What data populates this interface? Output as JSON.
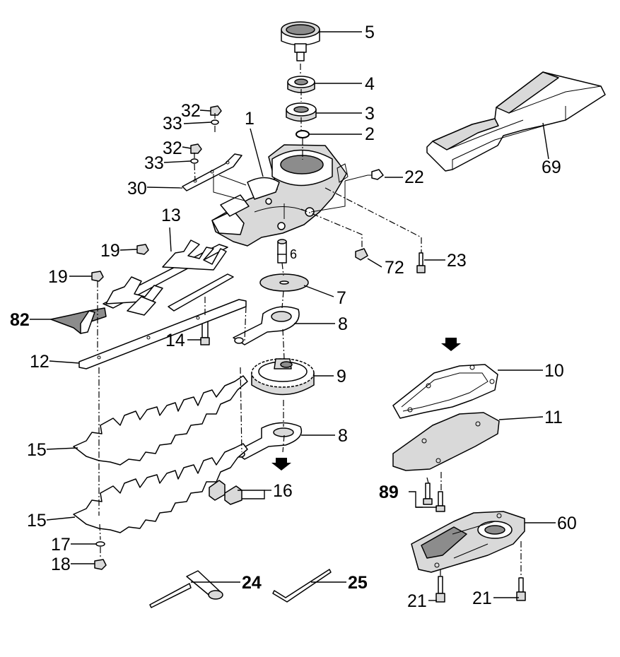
{
  "labels": {
    "p1": "1",
    "p2": "2",
    "p3": "3",
    "p4": "4",
    "p5": "5",
    "p6": "6",
    "p7": "7",
    "p8a": "8",
    "p8b": "8",
    "p9": "9",
    "p10": "10",
    "p11": "11",
    "p12": "12",
    "p13": "13",
    "p14": "14",
    "p15a": "15",
    "p15b": "15",
    "p16": "16",
    "p17": "17",
    "p18": "18",
    "p19a": "19",
    "p19b": "19",
    "p21a": "21",
    "p21b": "21",
    "p22": "22",
    "p23": "23",
    "p24": "24",
    "p25": "25",
    "p30": "30",
    "p32a": "32",
    "p32b": "32",
    "p33a": "33",
    "p33b": "33",
    "p60": "60",
    "p69": "69",
    "p72": "72",
    "p82": "82",
    "p89": "89"
  },
  "icons": {
    "direction_arrows": "down-arrow-icon"
  }
}
